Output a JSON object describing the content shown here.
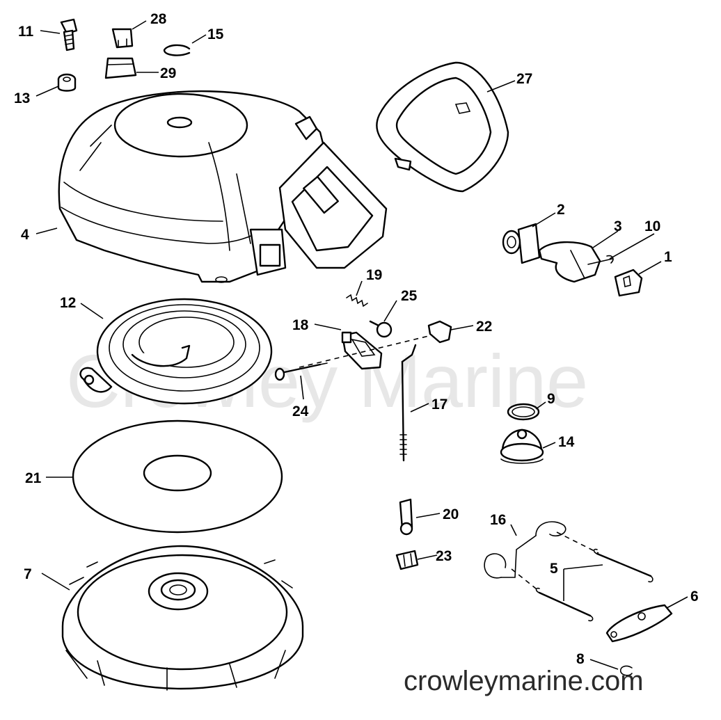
{
  "watermark": "Crowley Marine",
  "footer_url": "crowleymarine.com",
  "callouts": {
    "c1": "1",
    "c2": "2",
    "c3": "3",
    "c4": "4",
    "c5": "5",
    "c6": "6",
    "c7": "7",
    "c8": "8",
    "c9": "9",
    "c10": "10",
    "c11": "11",
    "c12": "12",
    "c13": "13",
    "c14": "14",
    "c15": "15",
    "c16": "16",
    "c17": "17",
    "c18": "18",
    "c19": "19",
    "c20": "20",
    "c21": "21",
    "c22": "22",
    "c23": "23",
    "c24": "24",
    "c25": "25",
    "c27": "27",
    "c28": "28",
    "c29": "29"
  }
}
